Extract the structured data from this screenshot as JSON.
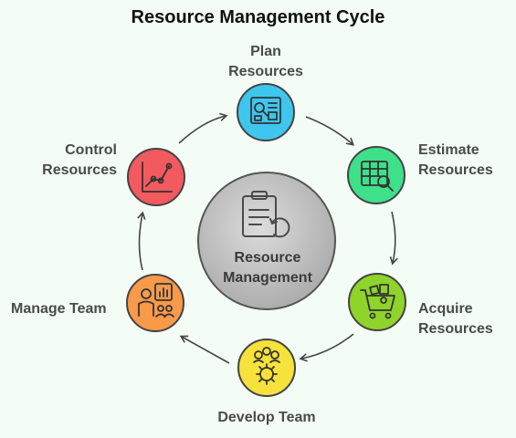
{
  "title": "Resource Management Cycle",
  "center": {
    "line1": "Resource",
    "line2": "Management"
  },
  "steps": [
    {
      "line1": "Plan",
      "line2": "Resources",
      "color": "#3ec6ee",
      "icon": "plan-resources-icon"
    },
    {
      "line1": "Estimate",
      "line2": "Resources",
      "color": "#3ee08a",
      "icon": "spreadsheet-magnifier-icon"
    },
    {
      "line1": "Acquire",
      "line2": "Resources",
      "color": "#8ed42a",
      "icon": "shopping-cart-icon"
    },
    {
      "line1": "Develop Team",
      "line2": "",
      "color": "#f6e23a",
      "icon": "team-gear-icon"
    },
    {
      "line1": "Manage Team",
      "line2": "",
      "color": "#f89a4a",
      "icon": "presenter-team-icon"
    },
    {
      "line1": "Control",
      "line2": "Resources",
      "color": "#f25a5f",
      "icon": "line-chart-icon"
    }
  ]
}
